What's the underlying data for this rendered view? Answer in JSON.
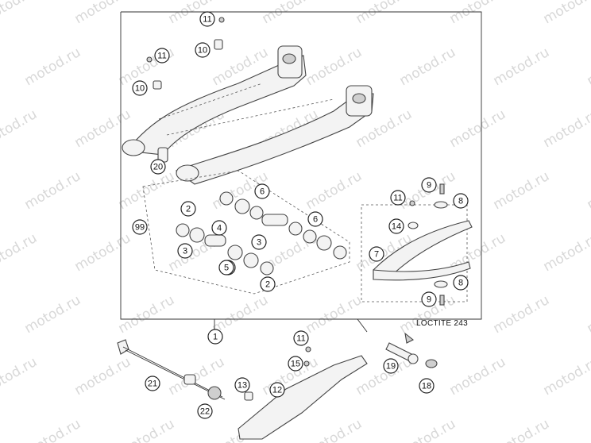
{
  "watermark": "motod.ru",
  "note": "LOCTITE 243",
  "callouts": [
    "11",
    "11",
    "10",
    "10",
    "20",
    "99",
    "2",
    "2",
    "6",
    "6",
    "4",
    "3",
    "3",
    "3",
    "5",
    "9",
    "11",
    "8",
    "14",
    "7",
    "8",
    "9",
    "1",
    "11",
    "15",
    "19",
    "21",
    "13",
    "12",
    "22",
    "18"
  ]
}
